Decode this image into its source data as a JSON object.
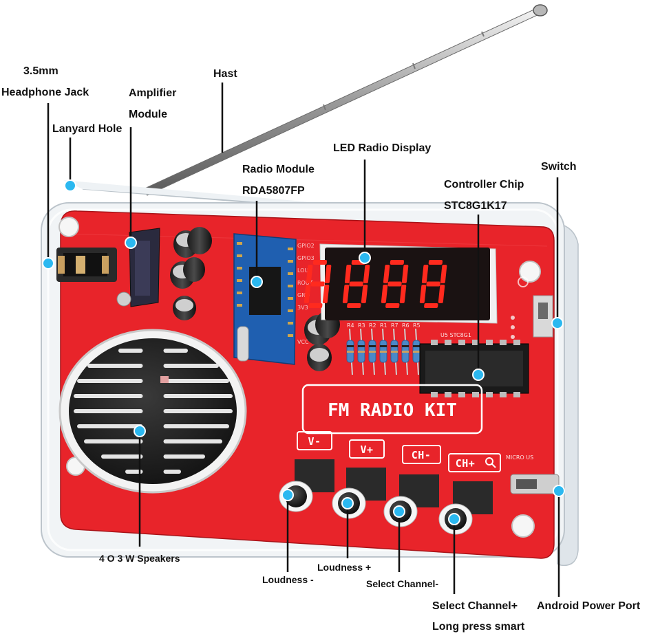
{
  "colors": {
    "pcb": "#e8242a",
    "pcb_dark": "#b8161b",
    "case": "#e9eef2",
    "display_bg": "#1a1212",
    "digit_on": "#ff2a1e",
    "callout_dot": "#2bb8f0",
    "leader_line": "#111111"
  },
  "display": {
    "digits": [
      "8",
      "8",
      "8",
      "8"
    ]
  },
  "kit_label": "FM RADIO KIT",
  "buttons": [
    {
      "label": "V-"
    },
    {
      "label": "V+"
    },
    {
      "label": "CH-"
    },
    {
      "label": "CH+"
    }
  ],
  "silkscreen": {
    "chip_label": "U5 STC8G1",
    "micro_usb": "MICRO US",
    "resistors": [
      "R4",
      "R3",
      "R2",
      "R1",
      "R7",
      "R6",
      "R5"
    ]
  },
  "callouts": {
    "headphone_jack": {
      "line1": "3.5mm",
      "line2": "Headphone Jack",
      "icon": "headphone-jack"
    },
    "lanyard_hole": {
      "text": "Lanyard Hole"
    },
    "amplifier": {
      "line1": "Amplifier",
      "line2": "Module"
    },
    "hast": {
      "text": "Hast"
    },
    "radio_module": {
      "line1": "Radio Module",
      "line2": "RDA5807FP"
    },
    "led_display": {
      "text": "LED Radio Display"
    },
    "controller": {
      "line1": "Controller Chip",
      "line2": "STC8G1K17"
    },
    "switch": {
      "text": "Switch"
    },
    "speakers": {
      "text": "4 O 3 W Speakers"
    },
    "loudness_minus": {
      "text": "Loudness -"
    },
    "loudness_plus": {
      "text": "Loudness +"
    },
    "select_minus": {
      "text": "Select Channel-"
    },
    "select_plus": {
      "line1": "Select Channel+",
      "line2": "Long press smart"
    },
    "power_port": {
      "text": "Android Power Port"
    }
  },
  "icons": [
    "search-icon",
    "antenna-icon",
    "speaker-icon",
    "seven-segment-display-icon",
    "chip-icon"
  ]
}
